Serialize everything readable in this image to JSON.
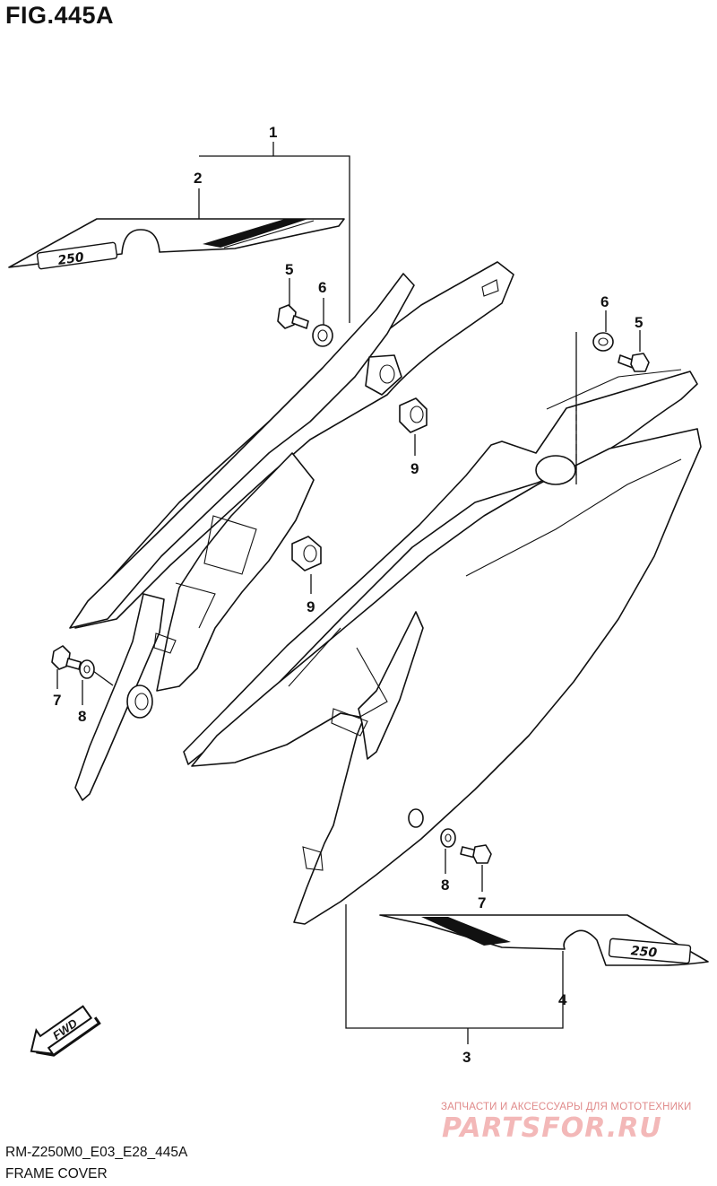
{
  "figure": {
    "title": "FIG.445A",
    "code": "RM-Z250M0_E03_E28_445A",
    "name": "FRAME COVER"
  },
  "fwd_label": "FWD",
  "decal_text": "250",
  "callouts": {
    "c1": "1",
    "c2": "2",
    "c3": "3",
    "c4": "4",
    "c5a": "5",
    "c5b": "5",
    "c6a": "6",
    "c6b": "6",
    "c7a": "7",
    "c7b": "7",
    "c8a": "8",
    "c8b": "8",
    "c9a": "9",
    "c9b": "9"
  },
  "watermark": {
    "subtitle": "ЗАПЧАСТИ И АКСЕССУАРЫ ДЛЯ МОТОТЕХНИКИ",
    "logo": "PARTSFOR.RU"
  }
}
